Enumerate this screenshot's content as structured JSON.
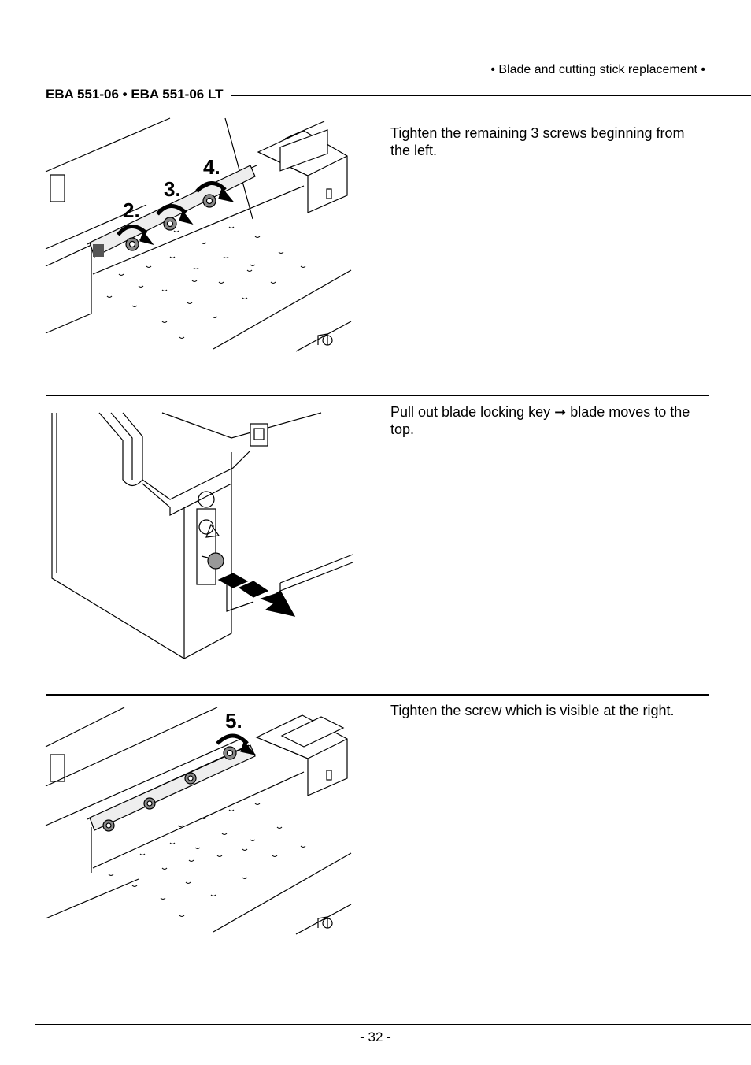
{
  "header": {
    "section": "• Blade and cutting stick replacement •",
    "model": "EBA 551-06 • EBA 551-06 LT"
  },
  "steps": [
    {
      "text": "Tighten the remaining 3 screws beginning from the left.",
      "labels": [
        "2.",
        "3.",
        "4."
      ]
    },
    {
      "text": "Pull out blade locking key ➞ blade moves to the top."
    },
    {
      "text": "Tighten the screw which is visible at the right.",
      "labels": [
        "5."
      ]
    }
  ],
  "footer": {
    "page": "- 32 -"
  }
}
